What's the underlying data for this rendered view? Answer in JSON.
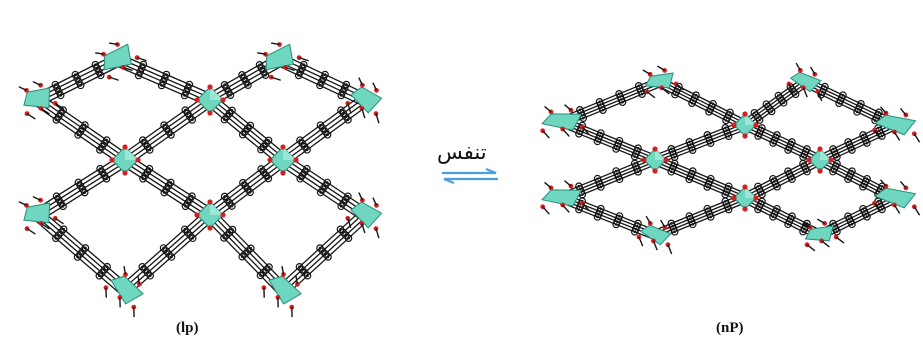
{
  "figure": {
    "arrow_label": "تنفس",
    "left_caption": "(lp)",
    "right_caption": "(nP)",
    "colors": {
      "polyhedron": "#6fd6bf",
      "polyhedron_edge": "#2a8f7c",
      "oxygen": "#d42020",
      "linker": "#151515",
      "arrow": "#4a9fe0"
    },
    "icons": [
      "equilibrium-arrows-icon"
    ]
  }
}
